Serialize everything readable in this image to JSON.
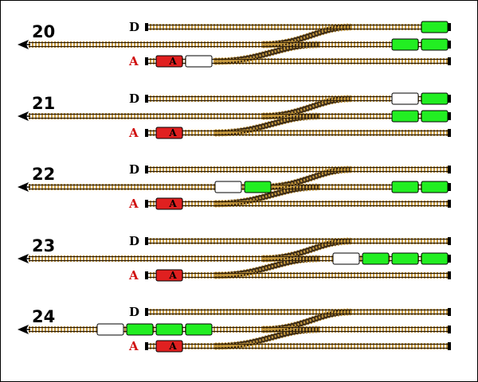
{
  "puzzle": {
    "rail_colors": {
      "rail": "#2a1a05",
      "tie": "#c79a3e",
      "engine": "#e02020",
      "loaded_car": "#22ee22",
      "empty_car": "#ffffff"
    },
    "steps": [
      {
        "number": "20",
        "d_label": "D",
        "a_label": "A",
        "engine_label": "A",
        "cars": [
          {
            "track": "D",
            "slot": 9,
            "type": "loaded"
          },
          {
            "track": "main",
            "slot": 8,
            "type": "loaded"
          },
          {
            "track": "main",
            "slot": 9,
            "type": "loaded"
          },
          {
            "track": "A",
            "slot": 1,
            "type": "empty"
          }
        ]
      },
      {
        "number": "21",
        "d_label": "D",
        "a_label": "A",
        "engine_label": "A",
        "cars": [
          {
            "track": "D",
            "slot": 8,
            "type": "empty"
          },
          {
            "track": "D",
            "slot": 9,
            "type": "loaded"
          },
          {
            "track": "main",
            "slot": 8,
            "type": "loaded"
          },
          {
            "track": "main",
            "slot": 9,
            "type": "loaded"
          }
        ]
      },
      {
        "number": "22",
        "d_label": "D",
        "a_label": "A",
        "engine_label": "A",
        "cars": [
          {
            "track": "main",
            "slot": 2,
            "type": "empty"
          },
          {
            "track": "main",
            "slot": 3,
            "type": "loaded"
          },
          {
            "track": "main",
            "slot": 8,
            "type": "loaded"
          },
          {
            "track": "main",
            "slot": 9,
            "type": "loaded"
          }
        ]
      },
      {
        "number": "23",
        "d_label": "D",
        "a_label": "A",
        "engine_label": "A",
        "cars": [
          {
            "track": "main",
            "slot": 6,
            "type": "empty"
          },
          {
            "track": "main",
            "slot": 7,
            "type": "loaded"
          },
          {
            "track": "main",
            "slot": 8,
            "type": "loaded"
          },
          {
            "track": "main",
            "slot": 9,
            "type": "loaded"
          }
        ]
      },
      {
        "number": "24",
        "d_label": "D",
        "a_label": "A",
        "engine_label": "A",
        "cars": [
          {
            "track": "main",
            "slot": -2,
            "type": "empty"
          },
          {
            "track": "main",
            "slot": -1,
            "type": "loaded"
          },
          {
            "track": "main",
            "slot": 0,
            "type": "loaded"
          },
          {
            "track": "main",
            "slot": 1,
            "type": "loaded"
          }
        ]
      }
    ]
  }
}
